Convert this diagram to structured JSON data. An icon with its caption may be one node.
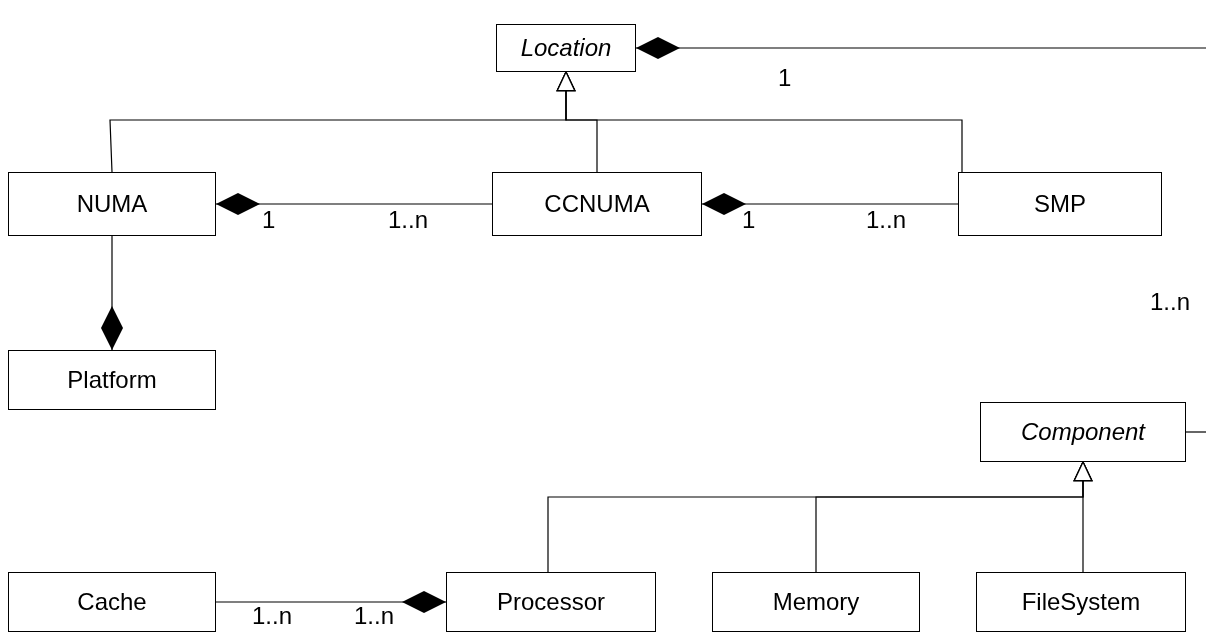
{
  "diagram": {
    "nodes": [
      {
        "text": [
          "Location"
        ]
      },
      {
        "text": [
          "NUMA"
        ]
      },
      {
        "text": [
          "CCNUMA"
        ]
      },
      {
        "text": [
          "SMP"
        ]
      },
      {
        "text": [
          "Platform"
        ]
      },
      {
        "text": [
          "Component"
        ]
      },
      {
        "text": [
          "Cache"
        ]
      },
      {
        "text": [
          "Processor"
        ]
      },
      {
        "text": [
          "Memory"
        ]
      },
      {
        "text": [
          "FileSystem"
        ]
      }
    ],
    "edges": [
      {
        "from": 0,
        "to": null,
        "arrow": "other"
      },
      {
        "from": 1,
        "to": 0,
        "arrow": "to"
      },
      {
        "from": 2,
        "to": 0,
        "arrow": "to"
      },
      {
        "from": 3,
        "to": 0,
        "arrow": "to"
      },
      {
        "from": 1,
        "to": 2,
        "arrow": "other"
      },
      {
        "from": 2,
        "to": 3,
        "arrow": "other"
      },
      {
        "from": 4,
        "to": 1,
        "arrow": "other"
      },
      {
        "from": 5,
        "to": null,
        "arrow": "none"
      },
      {
        "from": 7,
        "to": 5,
        "arrow": "to"
      },
      {
        "from": 8,
        "to": 5,
        "arrow": "to"
      },
      {
        "from": 9,
        "to": 5,
        "arrow": "to"
      },
      {
        "from": 7,
        "to": 6,
        "arrow": "other"
      }
    ],
    "labels": [
      "1",
      "1",
      "1..n",
      "1",
      "1..n",
      "1..n",
      "1..n",
      "1..n"
    ]
  }
}
